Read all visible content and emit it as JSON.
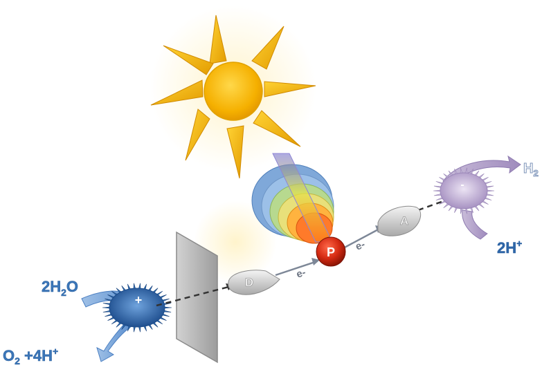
{
  "labels": {
    "water": {
      "prefix": "2H",
      "sub": "2",
      "suffix": "O"
    },
    "oxygen": {
      "prefix": "O",
      "sub": "2",
      "suffix": " +4H",
      "sup": "+"
    },
    "protons": {
      "prefix": "2H",
      "sup": "+"
    },
    "hydrogen": {
      "prefix": "H",
      "sub": "2"
    }
  },
  "nodes": {
    "donor": "D",
    "photosensitizer": "P",
    "acceptor": "A",
    "oxidation_catalyst_sign": "+",
    "reduction_catalyst_sign": "-"
  },
  "electron_labels": [
    "e-",
    "e-"
  ],
  "colors": {
    "sun": "#f7b500",
    "sun_glow": "#ffe9a8",
    "oxidation_catalyst": "#2f6db3",
    "reduction_catalyst": "#b9a6cf",
    "photosensitizer": "#d42a12",
    "label_blue": "#3b76b8",
    "membrane": "#b8b8b8"
  }
}
